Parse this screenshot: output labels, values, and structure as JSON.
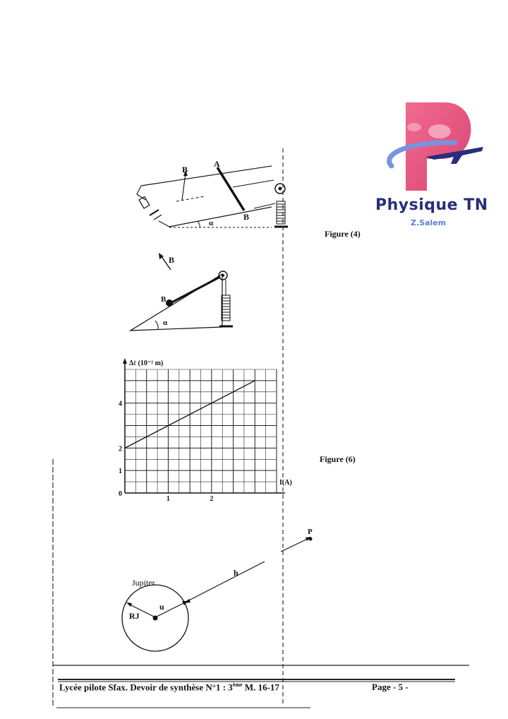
{
  "logo": {
    "title": "Physique TN",
    "subtitle": "Z.Salem",
    "colors": {
      "pink": "#e9557f",
      "navy": "#2a2d7c",
      "blue": "#6b86d8"
    }
  },
  "figure4": {
    "caption": "Figure (4)",
    "labels": {
      "A": "A",
      "B_point": "B",
      "B_field": "B",
      "alpha": "α"
    }
  },
  "figure5": {
    "labels": {
      "B_field": "B",
      "B_point": "B",
      "alpha": "α"
    }
  },
  "figure6": {
    "caption": "Figure (6)",
    "ylabel": "Δℓ (10⁻² m)",
    "xlabel": "I(A)",
    "y_ticks": [
      "0",
      "1",
      "2",
      "4"
    ],
    "x_ticks": [
      "1",
      "2"
    ]
  },
  "chart_data": {
    "type": "line",
    "title": "",
    "xlabel": "I(A)",
    "ylabel": "Δℓ (10⁻² m)",
    "xlim": [
      0,
      3.5
    ],
    "ylim": [
      0,
      5.5
    ],
    "grid": true,
    "series": [
      {
        "x": [
          0,
          3
        ],
        "y": [
          2,
          5
        ]
      }
    ]
  },
  "figure7": {
    "labels": {
      "planet": "Jupiter",
      "radius": "RJ",
      "unit_vector": "u",
      "height": "h",
      "point": "P"
    }
  },
  "footer": {
    "school": "Lycée pilote Sfax. Devoir de synthèse N°1 : 3",
    "level_sup": "ème",
    "section": " M. 16-17",
    "page": "Page - 5 -"
  }
}
